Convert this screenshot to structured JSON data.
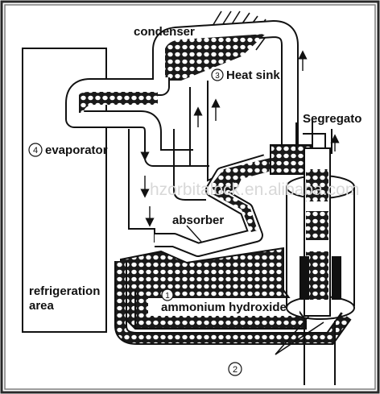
{
  "labels": {
    "condenser": "condenser",
    "heat_sink": "Heat sink",
    "heat_sink_number": "3",
    "segregator": "Segregato",
    "evaporator": "evaporator",
    "evaporator_number": "4",
    "absorber": "absorber",
    "refrigeration_line1": "refrigeration",
    "refrigeration_line2": "area",
    "ammonium_hydroxide": "ammonium hydroxide",
    "ammonium_number": "1",
    "heater_number": "2"
  },
  "watermark": "hzorbitalock.en.alibaba.com",
  "colors": {
    "frame_outer": "#2a2a2a",
    "frame_inner": "#7a7a7a",
    "line": "#111111",
    "fill_hatch": "#1a1a1a",
    "heater_block": "#111111",
    "watermark": "#d8d8d8",
    "background": "#ffffff"
  },
  "icons": [
    "flow-arrow-icon",
    "bubble-fill-pattern"
  ]
}
